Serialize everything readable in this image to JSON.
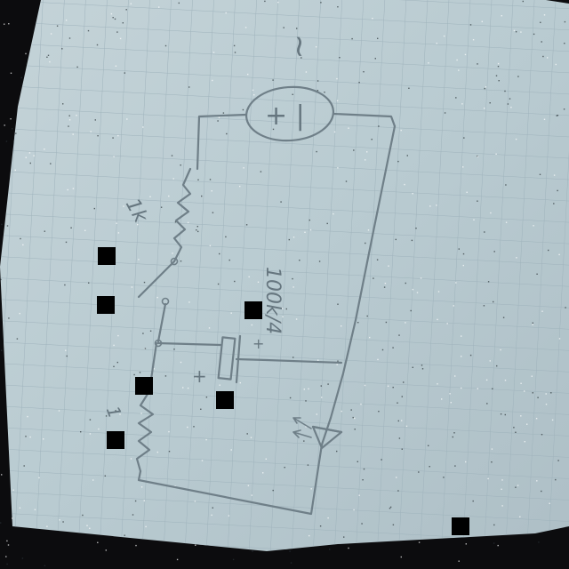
{
  "diagram": {
    "top_mark": "~",
    "source_label": "+ |",
    "resistor_top_label": "1k",
    "resistor_right_label": "100k/4",
    "capacitor_label": "+",
    "resistor_bottom_label": "1",
    "capacitor_right_mark": "+"
  },
  "colors": {
    "paper": "#b8c9cf",
    "grid": "#9fb3bc",
    "ink": "#6f7f88",
    "background": "#0c0c0e"
  }
}
